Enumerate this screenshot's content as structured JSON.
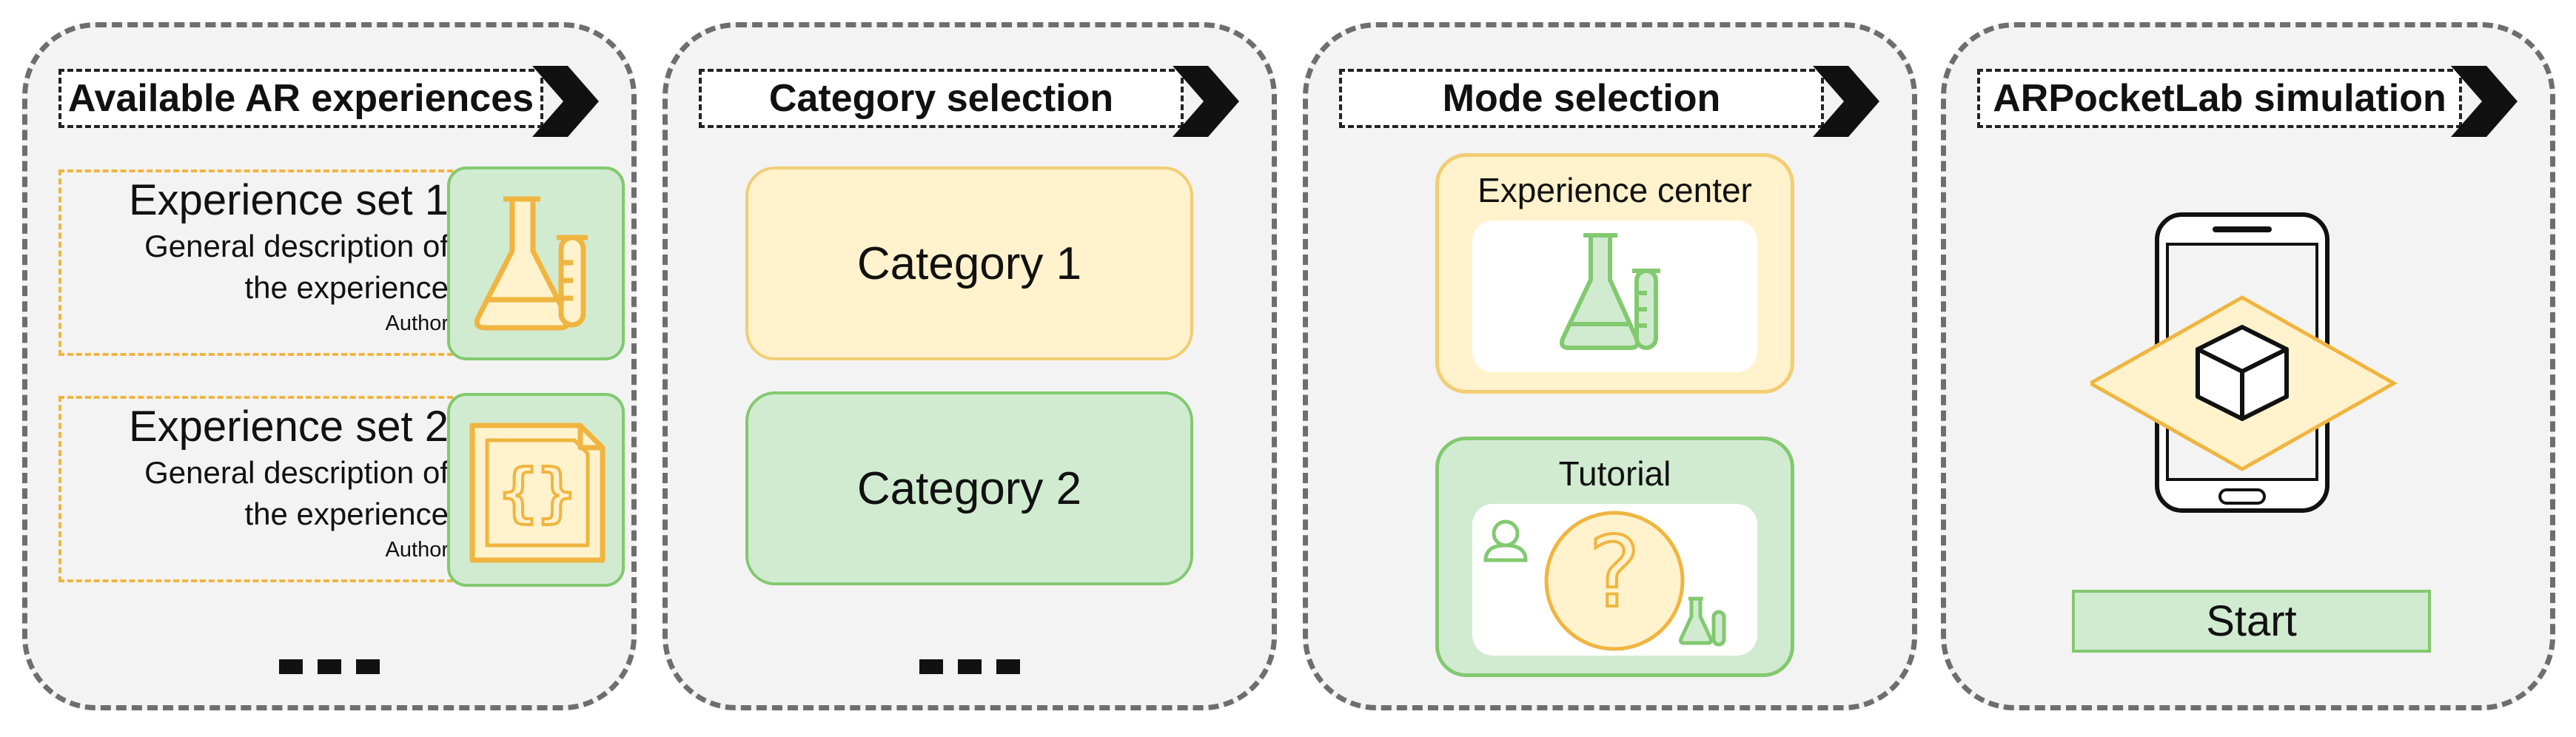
{
  "panels": [
    {
      "title": "Available AR experiences",
      "experiences": [
        {
          "title": "Experience set 1",
          "desc1": "General description of",
          "desc2": "the experience",
          "author": "Author",
          "icon": "flask-icon"
        },
        {
          "title": "Experience set 2",
          "desc1": "General description of",
          "desc2": "the experience",
          "author": "Author",
          "icon": "code-file-icon"
        }
      ]
    },
    {
      "title": "Category selection",
      "categories": [
        "Category 1",
        "Category 2"
      ]
    },
    {
      "title": "Mode selection",
      "modes": [
        {
          "label": "Experience center",
          "icon": "flask-icon"
        },
        {
          "label": "Tutorial",
          "icon": "help-icon"
        }
      ],
      "tutorial_symbol": "?"
    },
    {
      "title": "ARPocketLab simulation",
      "start_label": "Start"
    }
  ],
  "colors": {
    "yellow_fill": "#fff2cc",
    "yellow_stroke": "#f0b540",
    "green_fill": "#d1ebd1",
    "green_stroke": "#82c96f",
    "panel_fill": "#f3f3f3"
  }
}
